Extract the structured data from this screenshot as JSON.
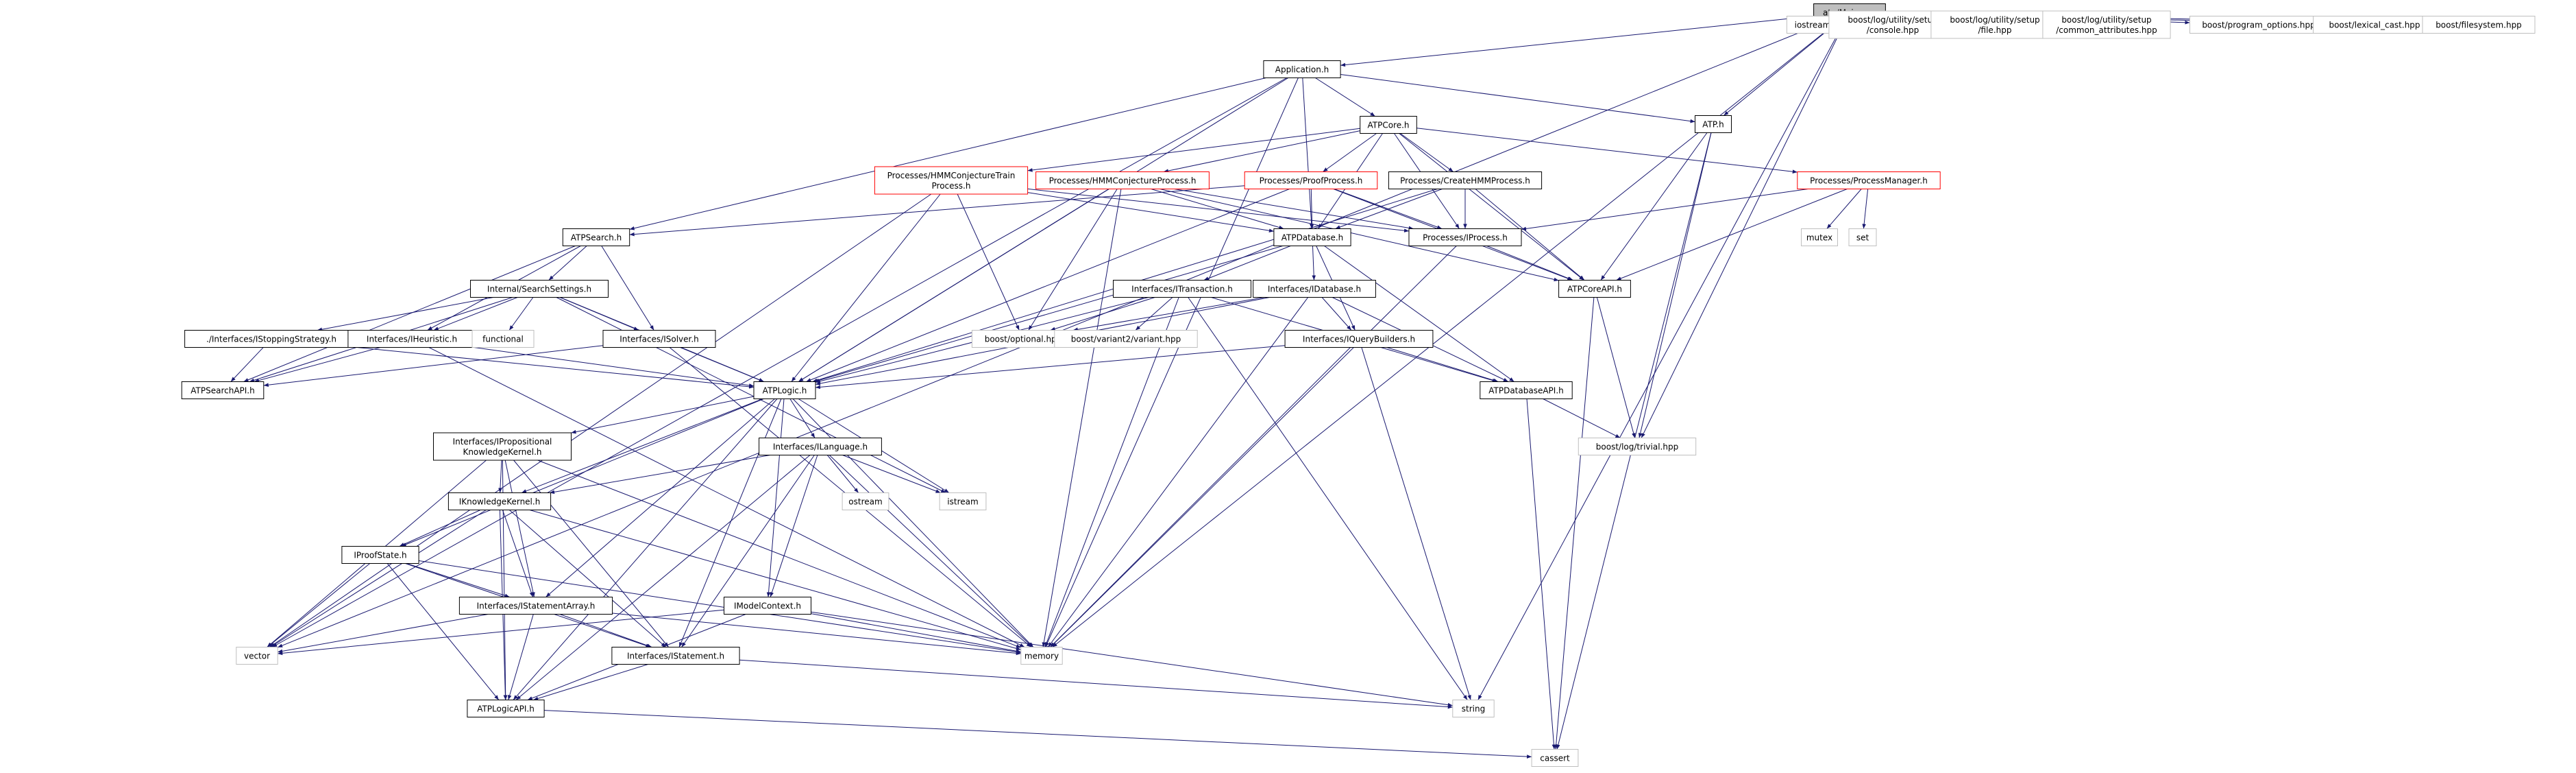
{
  "graph": {
    "colors": {
      "edge": "#191970",
      "border_normal": "#000000",
      "border_truncated": "#ff0000",
      "border_external": "#bfbfbf",
      "root_fill": "#bfbfbf",
      "text": "#000000",
      "text_external": "#000000"
    },
    "nodes": [
      {
        "id": "main",
        "label": "atp/Main.cpp",
        "kind": "root"
      },
      {
        "id": "app",
        "label": "Application.h",
        "kind": "normal"
      },
      {
        "id": "iostream",
        "label": "iostream",
        "kind": "external"
      },
      {
        "id": "consoleh",
        "label": "boost/log/utility/setup\n/console.hpp",
        "kind": "external"
      },
      {
        "id": "fileh",
        "label": "boost/log/utility/setup\n/file.hpp",
        "kind": "external"
      },
      {
        "id": "commonattr",
        "label": "boost/log/utility/setup\n/common_attributes.hpp",
        "kind": "external"
      },
      {
        "id": "progopts",
        "label": "boost/program_options.hpp",
        "kind": "external"
      },
      {
        "id": "lexcast",
        "label": "boost/lexical_cast.hpp",
        "kind": "external"
      },
      {
        "id": "filesystem",
        "label": "boost/filesystem.hpp",
        "kind": "external"
      },
      {
        "id": "atph",
        "label": "ATP.h",
        "kind": "normal"
      },
      {
        "id": "atpcore",
        "label": "ATPCore.h",
        "kind": "normal"
      },
      {
        "id": "hmmtrain",
        "label": "Processes/HMMConjectureTrain\nProcess.h",
        "kind": "truncated"
      },
      {
        "id": "hmmconj",
        "label": "Processes/HMMConjectureProcess.h",
        "kind": "truncated"
      },
      {
        "id": "proofproc",
        "label": "Processes/ProofProcess.h",
        "kind": "truncated"
      },
      {
        "id": "createhmm",
        "label": "Processes/CreateHMMProcess.h",
        "kind": "normal"
      },
      {
        "id": "procmgr",
        "label": "Processes/ProcessManager.h",
        "kind": "truncated"
      },
      {
        "id": "mutex",
        "label": "mutex",
        "kind": "external"
      },
      {
        "id": "set",
        "label": "set",
        "kind": "external"
      },
      {
        "id": "atpsearch",
        "label": "ATPSearch.h",
        "kind": "normal"
      },
      {
        "id": "atpdb",
        "label": "ATPDatabase.h",
        "kind": "normal"
      },
      {
        "id": "iprocess",
        "label": "Processes/IProcess.h",
        "kind": "normal"
      },
      {
        "id": "atpcoreapi",
        "label": "ATPCoreAPI.h",
        "kind": "normal"
      },
      {
        "id": "searchsettings",
        "label": "Internal/SearchSettings.h",
        "kind": "normal"
      },
      {
        "id": "itransaction",
        "label": "Interfaces/ITransaction.h",
        "kind": "normal"
      },
      {
        "id": "idatabase",
        "label": "Interfaces/IDatabase.h",
        "kind": "normal"
      },
      {
        "id": "istopping",
        "label": "./Interfaces/IStoppingStrategy.h",
        "kind": "normal"
      },
      {
        "id": "iheuristic",
        "label": "Interfaces/IHeuristic.h",
        "kind": "normal"
      },
      {
        "id": "functional",
        "label": "functional",
        "kind": "external"
      },
      {
        "id": "isolver",
        "label": "Interfaces/ISolver.h",
        "kind": "normal"
      },
      {
        "id": "boostopt",
        "label": "boost/optional.hpp",
        "kind": "external"
      },
      {
        "id": "boostvariant",
        "label": "boost/variant2/variant.hpp",
        "kind": "external"
      },
      {
        "id": "iquerybuilders",
        "label": "Interfaces/IQueryBuilders.h",
        "kind": "normal"
      },
      {
        "id": "atpsearchapi",
        "label": "ATPSearchAPI.h",
        "kind": "normal"
      },
      {
        "id": "atplogic",
        "label": "ATPLogic.h",
        "kind": "normal"
      },
      {
        "id": "atpdbapi",
        "label": "ATPDatabaseAPI.h",
        "kind": "normal"
      },
      {
        "id": "boosttrivial",
        "label": "boost/log/trivial.hpp",
        "kind": "external"
      },
      {
        "id": "ipropkk",
        "label": "Interfaces/IPropositional\nKnowledgeKernel.h",
        "kind": "normal"
      },
      {
        "id": "ilanguage",
        "label": "Interfaces/ILanguage.h",
        "kind": "normal"
      },
      {
        "id": "ostream",
        "label": "ostream",
        "kind": "external"
      },
      {
        "id": "istream",
        "label": "istream",
        "kind": "external"
      },
      {
        "id": "ikk",
        "label": "IKnowledgeKernel.h",
        "kind": "normal"
      },
      {
        "id": "iproofstate",
        "label": "IProofState.h",
        "kind": "normal"
      },
      {
        "id": "imodelctx",
        "label": "IModelContext.h",
        "kind": "normal"
      },
      {
        "id": "istatementarray",
        "label": "Interfaces/IStatementArray.h",
        "kind": "normal"
      },
      {
        "id": "vector",
        "label": "vector",
        "kind": "external"
      },
      {
        "id": "memory",
        "label": "memory",
        "kind": "external"
      },
      {
        "id": "istatement",
        "label": "Interfaces/IStatement.h",
        "kind": "normal"
      },
      {
        "id": "string",
        "label": "string",
        "kind": "external"
      },
      {
        "id": "atplogicapi",
        "label": "ATPLogicAPI.h",
        "kind": "normal"
      },
      {
        "id": "cassert",
        "label": "cassert",
        "kind": "external"
      }
    ],
    "edges": [
      [
        "main",
        "app"
      ],
      [
        "main",
        "iostream"
      ],
      [
        "main",
        "consoleh"
      ],
      [
        "main",
        "fileh"
      ],
      [
        "main",
        "commonattr"
      ],
      [
        "main",
        "progopts"
      ],
      [
        "main",
        "lexcast"
      ],
      [
        "main",
        "filesystem"
      ],
      [
        "main",
        "atph"
      ],
      [
        "main",
        "vector"
      ],
      [
        "main",
        "boosttrivial"
      ],
      [
        "main",
        "memory"
      ],
      [
        "main",
        "string"
      ],
      [
        "app",
        "atpcore"
      ],
      [
        "app",
        "atph"
      ],
      [
        "app",
        "atpsearch"
      ],
      [
        "app",
        "atpdb"
      ],
      [
        "app",
        "atplogic"
      ],
      [
        "app",
        "vector"
      ],
      [
        "app",
        "memory"
      ],
      [
        "atph",
        "atpcoreapi"
      ],
      [
        "atph",
        "boosttrivial"
      ],
      [
        "atph",
        "cassert"
      ],
      [
        "atpcore",
        "hmmtrain"
      ],
      [
        "atpcore",
        "hmmconj"
      ],
      [
        "atpcore",
        "proofproc"
      ],
      [
        "atpcore",
        "createhmm"
      ],
      [
        "atpcore",
        "procmgr"
      ],
      [
        "atpcore",
        "atpdb"
      ],
      [
        "atpcore",
        "iprocess"
      ],
      [
        "atpcore",
        "atpcoreapi"
      ],
      [
        "hmmtrain",
        "atpdb"
      ],
      [
        "hmmtrain",
        "atplogic"
      ],
      [
        "hmmtrain",
        "boostopt"
      ],
      [
        "hmmtrain",
        "vector"
      ],
      [
        "hmmtrain",
        "iprocess"
      ],
      [
        "hmmconj",
        "atpdb"
      ],
      [
        "hmmconj",
        "atplogic"
      ],
      [
        "hmmconj",
        "boostopt"
      ],
      [
        "hmmconj",
        "iprocess"
      ],
      [
        "hmmconj",
        "memory"
      ],
      [
        "hmmconj",
        "atpcoreapi"
      ],
      [
        "proofproc",
        "atpdb"
      ],
      [
        "proofproc",
        "atpsearch"
      ],
      [
        "proofproc",
        "atplogic"
      ],
      [
        "proofproc",
        "iprocess"
      ],
      [
        "proofproc",
        "atpcoreapi"
      ],
      [
        "createhmm",
        "atpdb"
      ],
      [
        "createhmm",
        "iprocess"
      ],
      [
        "createhmm",
        "atplogic"
      ],
      [
        "createhmm",
        "atpcoreapi"
      ],
      [
        "procmgr",
        "mutex"
      ],
      [
        "procmgr",
        "set"
      ],
      [
        "procmgr",
        "iprocess"
      ],
      [
        "procmgr",
        "atpcoreapi"
      ],
      [
        "atpsearch",
        "searchsettings"
      ],
      [
        "atpsearch",
        "iheuristic"
      ],
      [
        "atpsearch",
        "isolver"
      ],
      [
        "atpsearch",
        "atpsearchapi"
      ],
      [
        "searchsettings",
        "istopping"
      ],
      [
        "searchsettings",
        "iheuristic"
      ],
      [
        "searchsettings",
        "functional"
      ],
      [
        "searchsettings",
        "isolver"
      ],
      [
        "searchsettings",
        "atplogic"
      ],
      [
        "searchsettings",
        "atpsearchapi"
      ],
      [
        "searchsettings",
        "istream"
      ],
      [
        "istopping",
        "atplogic"
      ],
      [
        "istopping",
        "atpsearchapi"
      ],
      [
        "iheuristic",
        "atplogic"
      ],
      [
        "iheuristic",
        "atpsearchapi"
      ],
      [
        "iheuristic",
        "memory"
      ],
      [
        "isolver",
        "atplogic"
      ],
      [
        "isolver",
        "atpsearchapi"
      ],
      [
        "isolver",
        "memory"
      ],
      [
        "atpdb",
        "itransaction"
      ],
      [
        "atpdb",
        "idatabase"
      ],
      [
        "atpdb",
        "iquerybuilders"
      ],
      [
        "atpdb",
        "atpdbapi"
      ],
      [
        "atpdb",
        "atplogic"
      ],
      [
        "itransaction",
        "boostopt"
      ],
      [
        "itransaction",
        "boostvariant"
      ],
      [
        "itransaction",
        "atplogic"
      ],
      [
        "itransaction",
        "memory"
      ],
      [
        "itransaction",
        "string"
      ],
      [
        "itransaction",
        "atpdbapi"
      ],
      [
        "idatabase",
        "iquerybuilders"
      ],
      [
        "idatabase",
        "atplogic"
      ],
      [
        "idatabase",
        "boostopt"
      ],
      [
        "idatabase",
        "atpdbapi"
      ],
      [
        "idatabase",
        "memory"
      ],
      [
        "iquerybuilders",
        "atplogic"
      ],
      [
        "iquerybuilders",
        "atpdbapi"
      ],
      [
        "iquerybuilders",
        "string"
      ],
      [
        "iquerybuilders",
        "memory"
      ],
      [
        "atpdbapi",
        "boosttrivial"
      ],
      [
        "atpdbapi",
        "cassert"
      ],
      [
        "iprocess",
        "atpcoreapi"
      ],
      [
        "iprocess",
        "memory"
      ],
      [
        "atpcoreapi",
        "boosttrivial"
      ],
      [
        "atpcoreapi",
        "cassert"
      ],
      [
        "atplogic",
        "ipropkk"
      ],
      [
        "atplogic",
        "ilanguage"
      ],
      [
        "atplogic",
        "ikk"
      ],
      [
        "atplogic",
        "iproofstate"
      ],
      [
        "atplogic",
        "imodelctx"
      ],
      [
        "atplogic",
        "istatementarray"
      ],
      [
        "atplogic",
        "istatement"
      ],
      [
        "atplogic",
        "atplogicapi"
      ],
      [
        "atplogic",
        "memory"
      ],
      [
        "atplogic",
        "istream"
      ],
      [
        "ipropkk",
        "ikk"
      ],
      [
        "ipropkk",
        "istatementarray"
      ],
      [
        "ipropkk",
        "istatement"
      ],
      [
        "ipropkk",
        "vector"
      ],
      [
        "ipropkk",
        "memory"
      ],
      [
        "ipropkk",
        "atplogicapi"
      ],
      [
        "ilanguage",
        "ostream"
      ],
      [
        "ilanguage",
        "istream"
      ],
      [
        "ilanguage",
        "ikk"
      ],
      [
        "ilanguage",
        "imodelctx"
      ],
      [
        "ilanguage",
        "istatement"
      ],
      [
        "ilanguage",
        "memory"
      ],
      [
        "ilanguage",
        "atplogicapi"
      ],
      [
        "ikk",
        "iproofstate"
      ],
      [
        "ikk",
        "istatementarray"
      ],
      [
        "ikk",
        "istatement"
      ],
      [
        "ikk",
        "vector"
      ],
      [
        "ikk",
        "memory"
      ],
      [
        "ikk",
        "atplogicapi"
      ],
      [
        "iproofstate",
        "istatementarray"
      ],
      [
        "iproofstate",
        "istatement"
      ],
      [
        "iproofstate",
        "vector"
      ],
      [
        "iproofstate",
        "memory"
      ],
      [
        "iproofstate",
        "atplogicapi"
      ],
      [
        "imodelctx",
        "vector"
      ],
      [
        "imodelctx",
        "memory"
      ],
      [
        "imodelctx",
        "string"
      ],
      [
        "imodelctx",
        "atplogicapi"
      ],
      [
        "istatementarray",
        "istatement"
      ],
      [
        "istatementarray",
        "vector"
      ],
      [
        "istatementarray",
        "memory"
      ],
      [
        "istatementarray",
        "atplogicapi"
      ],
      [
        "istatement",
        "string"
      ],
      [
        "istatement",
        "atplogicapi"
      ],
      [
        "atplogicapi",
        "cassert"
      ]
    ]
  }
}
